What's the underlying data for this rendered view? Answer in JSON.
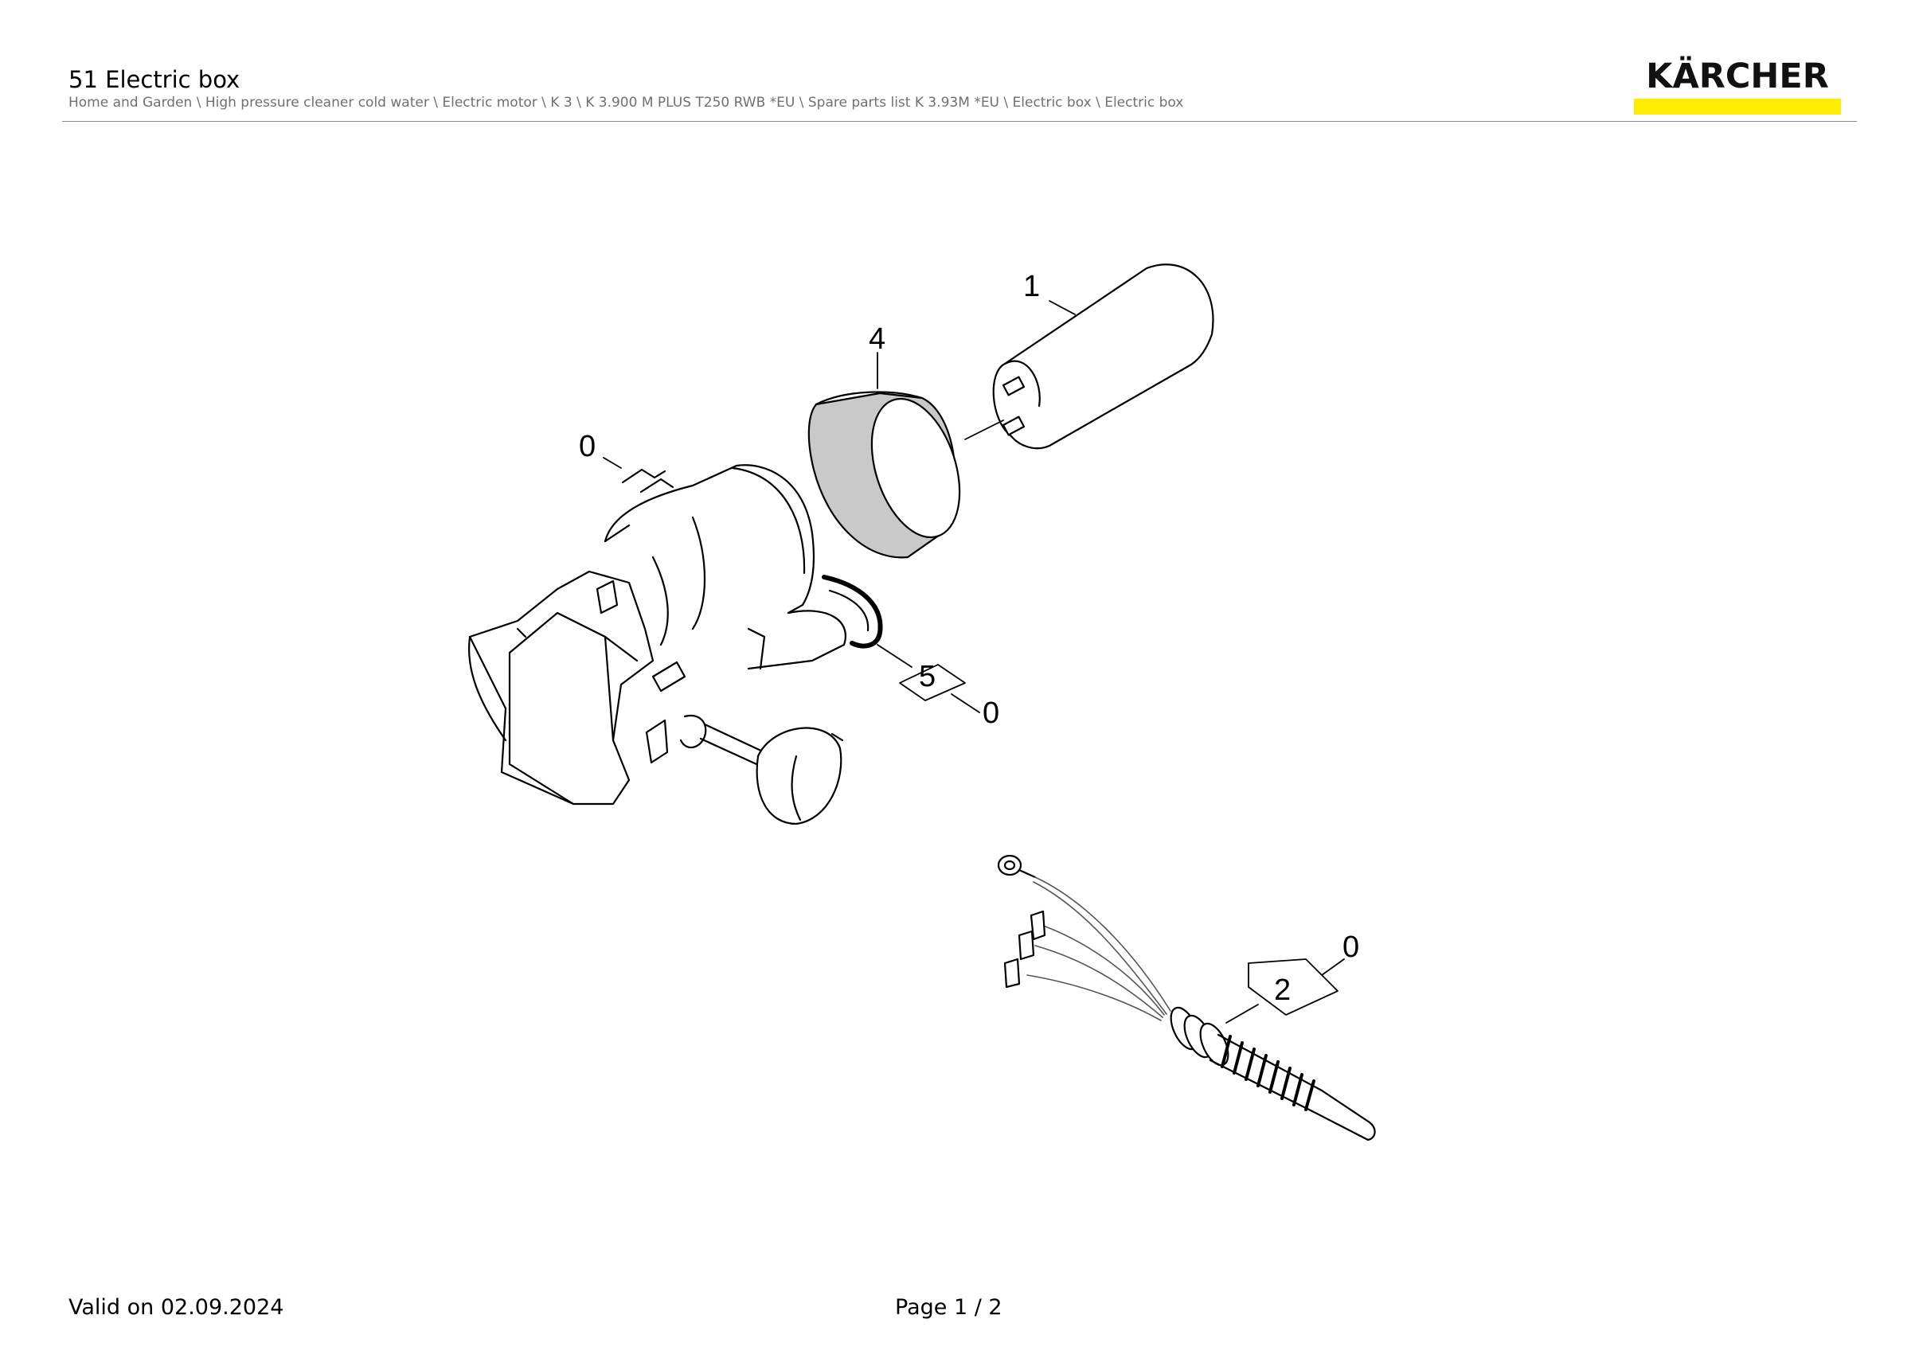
{
  "header": {
    "title": "51 Electric box",
    "breadcrumb": "Home and Garden \\ High pressure cleaner cold water \\ Electric motor \\ K 3 \\ K 3.900 M PLUS T250 RWB *EU \\ Spare parts list K 3.93M *EU \\ Electric box \\ Electric box"
  },
  "logo": {
    "text": "KÄRCHER",
    "bar_color": "#ffed00"
  },
  "drawing": {
    "callouts": {
      "c1": "1",
      "c4": "4",
      "c0_top": "0",
      "c5": "5",
      "c0_mid": "0",
      "c0_cable": "0",
      "c2": "2"
    }
  },
  "footer": {
    "valid": "Valid on 02.09.2024",
    "page": "Page 1 / 2"
  }
}
